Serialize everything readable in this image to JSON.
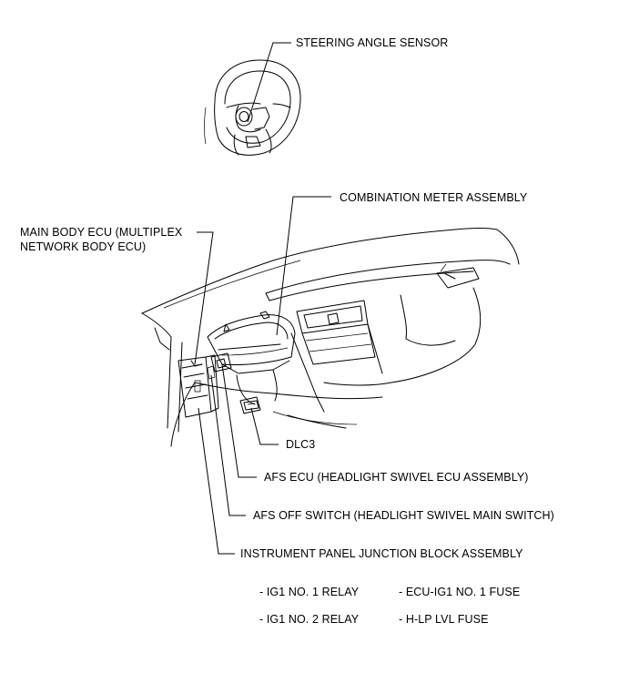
{
  "labels": {
    "steering_angle_sensor": "STEERING ANGLE SENSOR",
    "combination_meter": "COMBINATION METER ASSEMBLY",
    "main_body_ecu_line1": "MAIN BODY ECU (MULTIPLEX",
    "main_body_ecu_line2": "NETWORK BODY ECU)",
    "dlc3": "DLC3",
    "afs_ecu": "AFS ECU (HEADLIGHT SWIVEL ECU ASSEMBLY)",
    "afs_off_switch": "AFS OFF SWITCH (HEADLIGHT SWIVEL MAIN SWITCH)",
    "instrument_panel_jb": "INSTRUMENT PANEL JUNCTION BLOCK ASSEMBLY"
  },
  "sub_items": {
    "relay1": "- IG1 NO. 1 RELAY",
    "relay2": "- IG1 NO. 2 RELAY",
    "fuse1": "- ECU-IG1 NO. 1 FUSE",
    "fuse2": "- H-LP LVL FUSE"
  }
}
